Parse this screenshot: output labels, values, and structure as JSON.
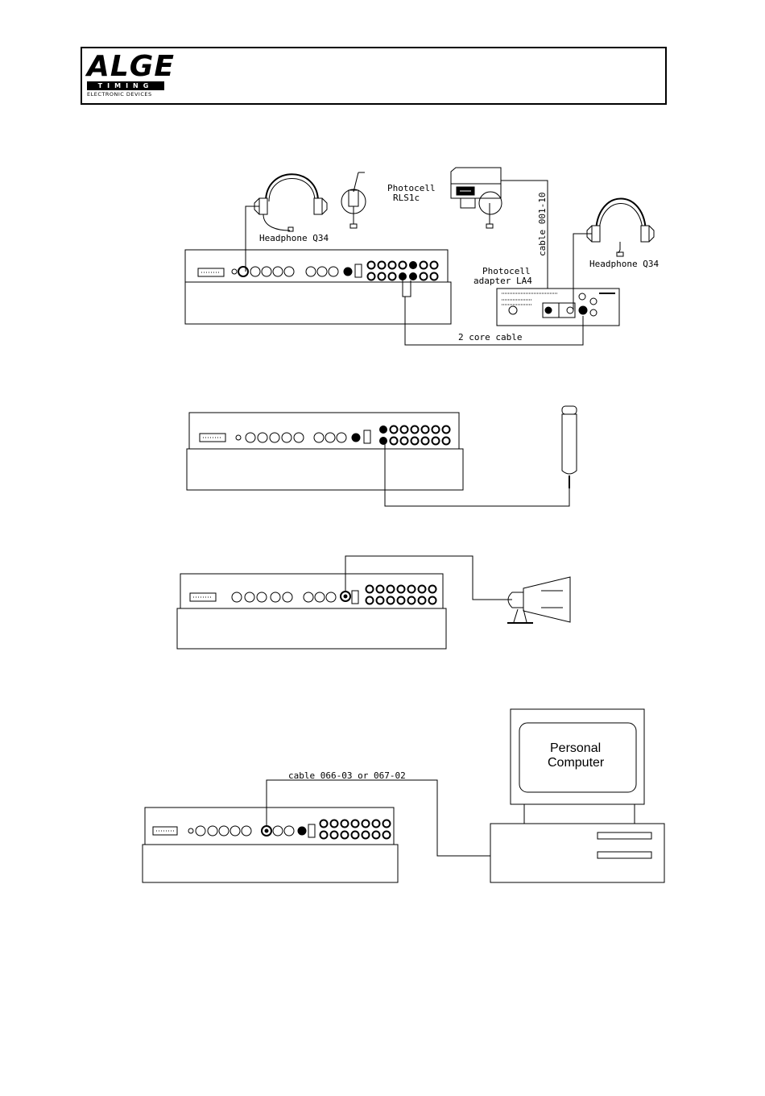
{
  "header": {
    "logo_main": "ALGE",
    "logo_bar": "TIMING",
    "logo_sub": "ELECTRONIC DEVICES"
  },
  "diagram1": {
    "headphone_left": "Headphone Q34",
    "photocell_line1": "Photocell",
    "photocell_line2": "RLS1c",
    "cable_vertical": "cable 001-10",
    "adapter_line1": "Photocell",
    "adapter_line2": "adapter LA4",
    "headphone_right": "Headphone Q34",
    "core_cable": "2 core cable"
  },
  "diagram4": {
    "pc_line1": "Personal",
    "pc_line2": "Computer",
    "cable_label": "cable 066-03 or 067-02"
  }
}
